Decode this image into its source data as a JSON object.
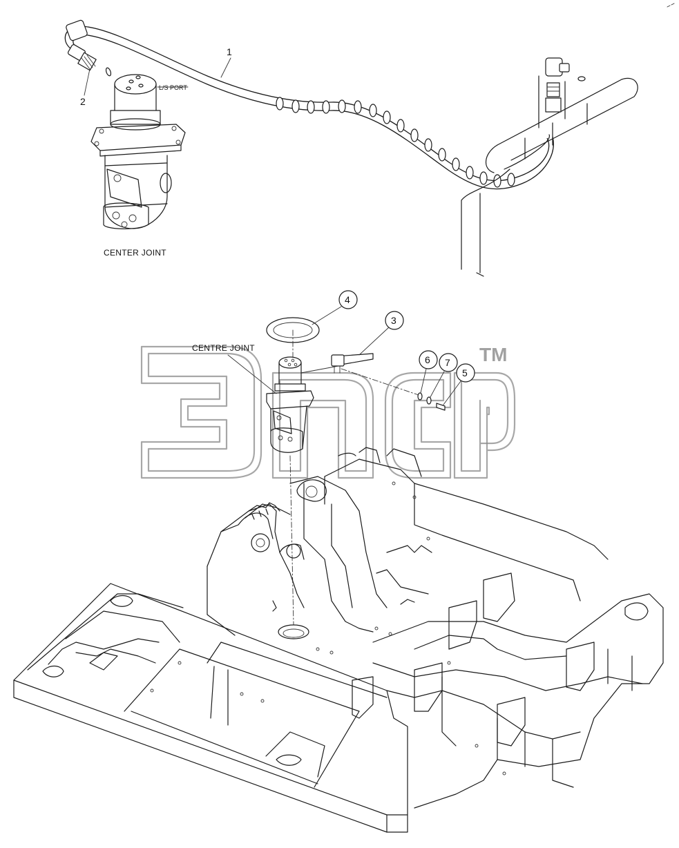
{
  "labels": {
    "center_joint_top": "CENTER JOINT",
    "centre_joint_bottom": "CENTRE JOINT",
    "port_label": "L/S PORT"
  },
  "callouts": [
    "1",
    "2",
    "3",
    "4",
    "5",
    "6",
    "7"
  ],
  "watermark": {
    "text": "ЭПСР",
    "tm": "TM",
    "color": "#8a8a8a"
  },
  "colors": {
    "line": "#1a1a1a",
    "background": "#ffffff"
  }
}
